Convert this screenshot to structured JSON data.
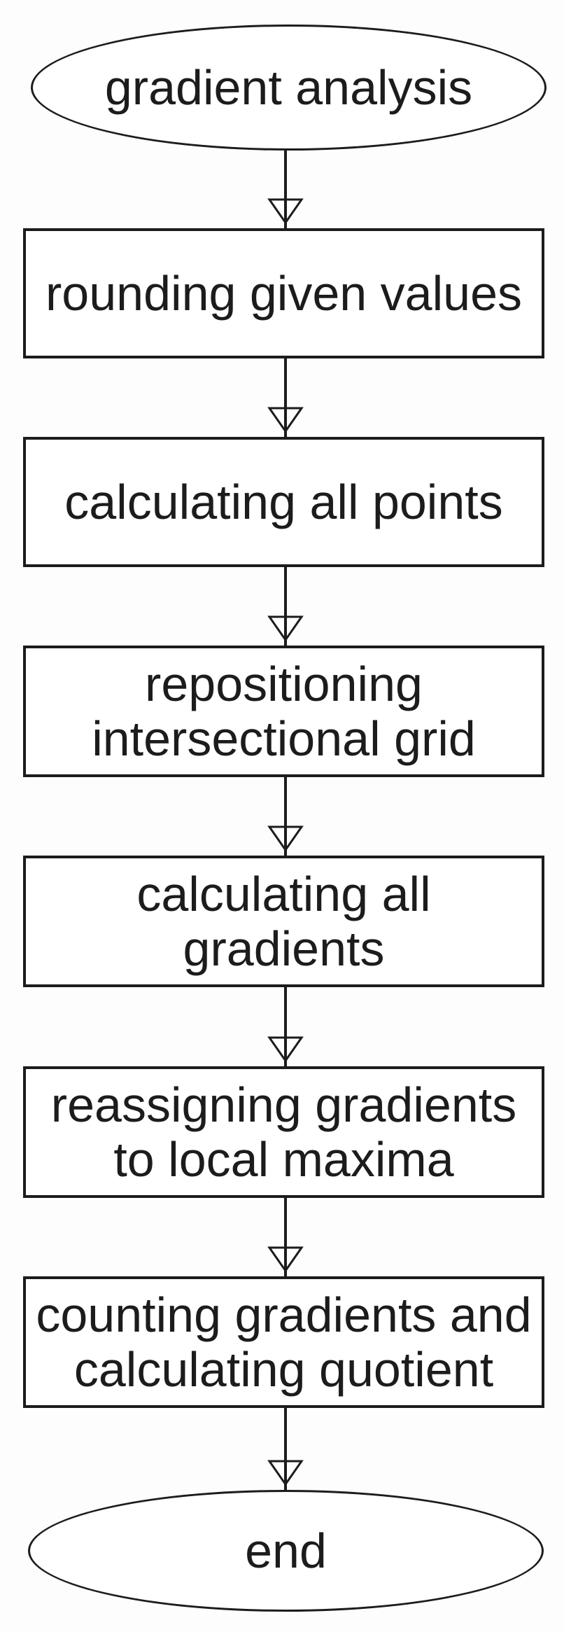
{
  "flowchart": {
    "nodes": [
      {
        "id": "start",
        "type": "terminator",
        "label": "gradient analysis"
      },
      {
        "id": "step-1",
        "type": "process",
        "label": "rounding given values"
      },
      {
        "id": "step-2",
        "type": "process",
        "label": "calculating all points"
      },
      {
        "id": "step-3",
        "type": "process",
        "label": "repositioning\nintersectional grid"
      },
      {
        "id": "step-4",
        "type": "process",
        "label": "calculating all\ngradients"
      },
      {
        "id": "step-5",
        "type": "process",
        "label": "reassigning gradients\nto local maxima"
      },
      {
        "id": "step-6",
        "type": "process",
        "label": "counting gradients and\ncalculating quotient"
      },
      {
        "id": "end",
        "type": "terminator",
        "label": "end"
      }
    ],
    "edges": [
      {
        "from": "start",
        "to": "step-1",
        "arrowhead": "open-triangle-down"
      },
      {
        "from": "step-1",
        "to": "step-2",
        "arrowhead": "open-triangle-down"
      },
      {
        "from": "step-2",
        "to": "step-3",
        "arrowhead": "open-triangle-down"
      },
      {
        "from": "step-3",
        "to": "step-4",
        "arrowhead": "open-triangle-down"
      },
      {
        "from": "step-4",
        "to": "step-5",
        "arrowhead": "open-triangle-down"
      },
      {
        "from": "step-5",
        "to": "step-6",
        "arrowhead": "open-triangle-down"
      },
      {
        "from": "step-6",
        "to": "end",
        "arrowhead": "open-triangle-down"
      }
    ],
    "colors": {
      "stroke": "#1c1c1c",
      "text": "#1c1c1c",
      "node_fill": "#ffffff",
      "background": "#fdfdfd"
    }
  }
}
